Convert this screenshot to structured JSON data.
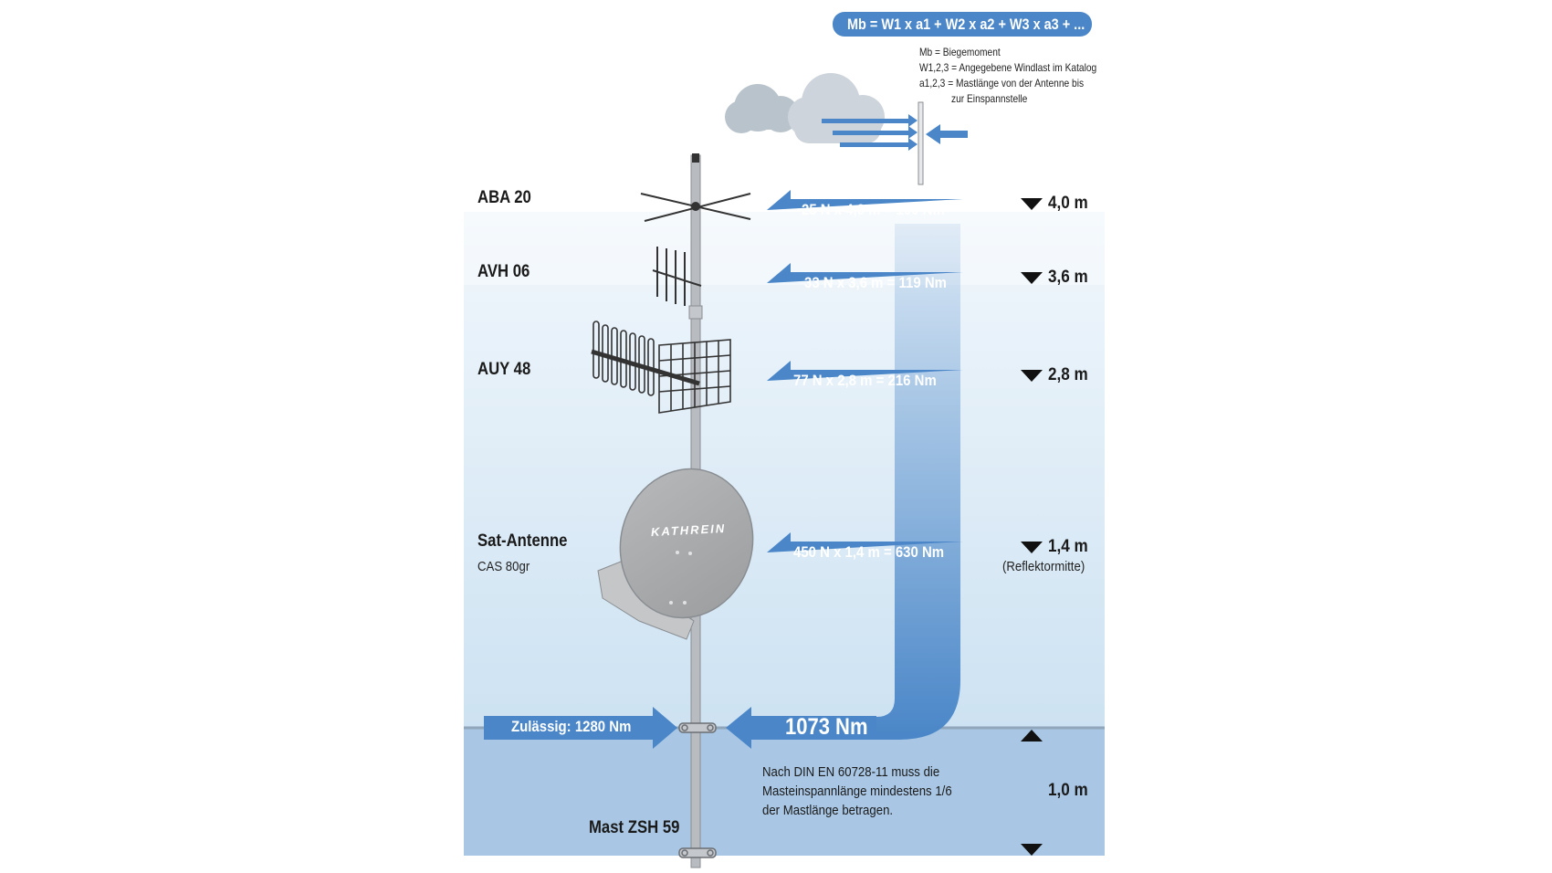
{
  "formula": "Mb = W1 x a1 + W2 x a2 + W3 x a3 + ...",
  "legend": [
    {
      "symbol": "Mb",
      "text": "= Biegemoment"
    },
    {
      "symbol": "W1,2,3",
      "text": "= Angegebene Windlast im Katalog"
    },
    {
      "symbol": "a1,2,3",
      "text": "= Mastlänge von der Antenne bis"
    },
    {
      "symbol": "",
      "text": "zur Einspannstelle"
    }
  ],
  "antennas": [
    {
      "name": "ABA 20",
      "calc": "25 N x 4,0 m = 100 Nm",
      "height": "4,0 m"
    },
    {
      "name": "AVH 06",
      "calc": "33 N x 3,6 m = 119 Nm",
      "height": "3,6 m"
    },
    {
      "name": "AUY 48",
      "calc": "77 N x 2,8 m = 216 Nm",
      "height": "2,8 m"
    },
    {
      "name": "Sat-Antenne",
      "sub": "CAS 80gr",
      "calc": "450 N x 1,4 m = 630 Nm",
      "height": "1,4 m",
      "height_note": "(Reflektormitte)"
    }
  ],
  "dish_brand": "KATHREIN",
  "allowed": "Zulässig: 1280 Nm",
  "total": "1073 Nm",
  "clamp_length": "1,0 m",
  "note": "Nach DIN EN 60728-11 muss die Masteinspannlänge mindestens 1/6 der Mastlänge betragen.",
  "mast": "Mast ZSH 59",
  "colors": {
    "arrow": "#4a86c8",
    "sky_top": "#eef5fb",
    "sky_bottom": "#cfe3f2",
    "ground": "#a9c7e4",
    "mast": "#b8bcc0"
  }
}
